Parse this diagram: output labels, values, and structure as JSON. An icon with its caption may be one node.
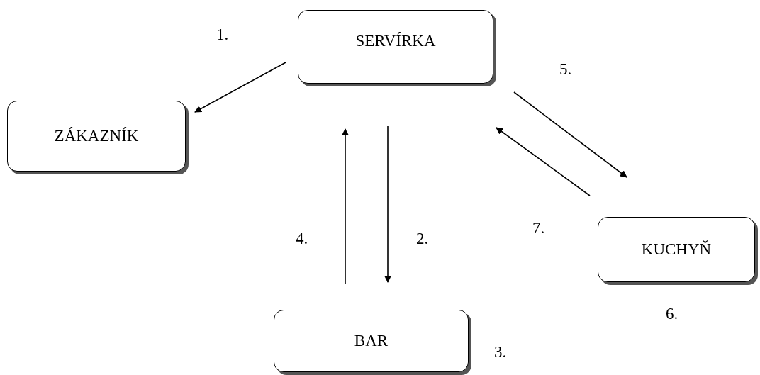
{
  "diagram": {
    "nodes": [
      {
        "text": [
          "SERVÍRKA"
        ]
      },
      {
        "text": [
          "ZÁKAZNÍK"
        ]
      },
      {
        "text": [
          "BAR"
        ],
        "beside": [
          "3."
        ]
      },
      {
        "text": [
          "KUCHYŇ"
        ],
        "beside": [
          "6."
        ]
      }
    ],
    "edges": [
      {
        "from": 0,
        "to": 1,
        "arrow": "to",
        "label": "1."
      },
      {
        "from": 0,
        "to": 2,
        "arrow": "to",
        "label": "2."
      },
      {
        "from": 2,
        "to": 0,
        "arrow": "to",
        "label": "4."
      },
      {
        "from": 0,
        "to": 3,
        "arrow": "to",
        "label": "5."
      },
      {
        "from": 3,
        "to": 0,
        "arrow": "to",
        "label": "7."
      }
    ]
  }
}
